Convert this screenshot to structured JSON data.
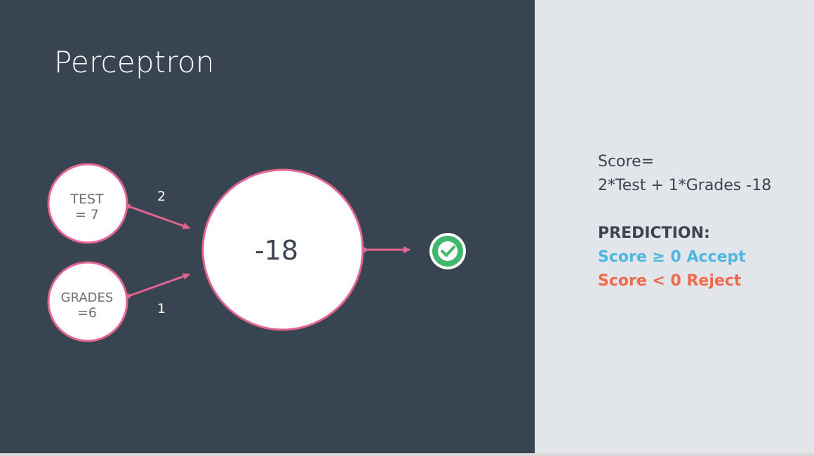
{
  "slide": {
    "title": "Perceptron"
  },
  "diagram": {
    "inputs": [
      {
        "name": "TEST",
        "value": "= 7",
        "weight": "2"
      },
      {
        "name": "GRADES",
        "value": "=6",
        "weight": "1"
      }
    ],
    "node_value": "-18",
    "output_icon": "check-circle-icon",
    "colors": {
      "node_border": "#e2658f",
      "arrow": "#e2658f",
      "check_fill": "#3fb86b"
    }
  },
  "formula": {
    "line1": "Score=",
    "line2": "2*Test + 1*Grades -18"
  },
  "prediction": {
    "heading": "PREDICTION:",
    "accept": "Score ≥ 0 Accept",
    "reject": "Score < 0 Reject",
    "colors": {
      "accept": "#4db7e0",
      "reject": "#ee6a4a"
    }
  }
}
